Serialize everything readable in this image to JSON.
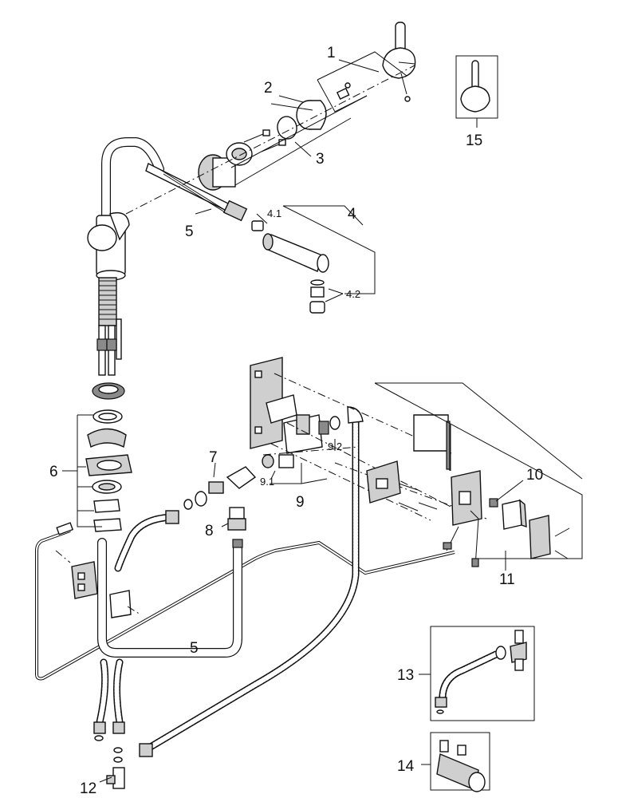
{
  "labels": {
    "p1": "1",
    "p2": "2",
    "p3": "3",
    "p4": "4",
    "p4_1": "4.1",
    "p4_2": "4.2",
    "p5_top": "5",
    "p5_bottom": "5",
    "p6": "6",
    "p7": "7",
    "p8": "8",
    "p9": "9",
    "p9_1": "9.1",
    "p9_2": "9.2",
    "p10": "10",
    "p11": "11",
    "p12": "12",
    "p13": "13",
    "p14": "14",
    "p15": "15"
  }
}
